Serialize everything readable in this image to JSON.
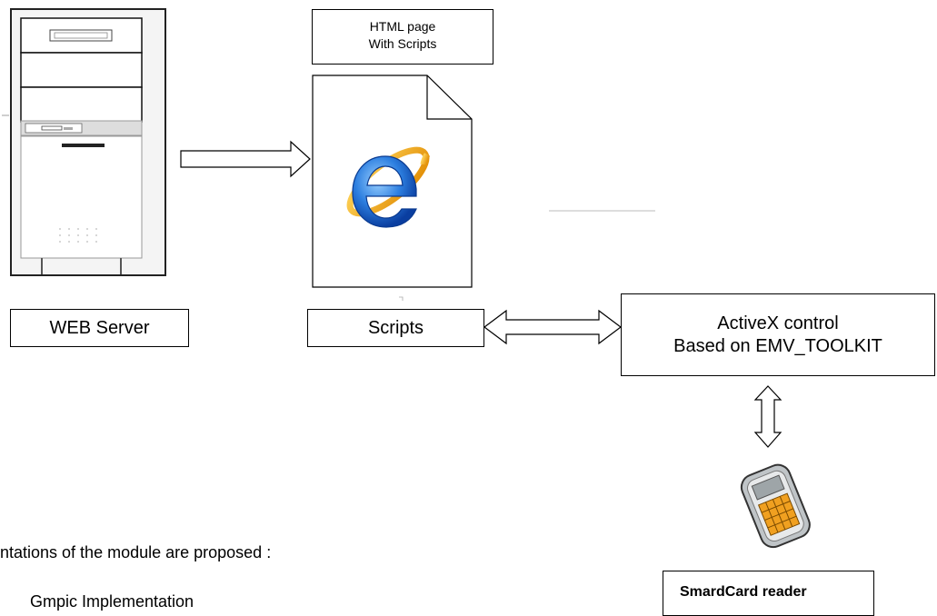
{
  "html_page_box": {
    "line1": "HTML page",
    "line2": "With Scripts"
  },
  "web_server_label": "WEB Server",
  "scripts_label": "Scripts",
  "activex_box": {
    "line1": "ActiveX control",
    "line2": "Based on EMV_TOOLKIT"
  },
  "smartcard_label": "SmardCard reader",
  "caption_partial": "ntations of the module are proposed :",
  "caption_cutoff": "Gmpic Implementation"
}
